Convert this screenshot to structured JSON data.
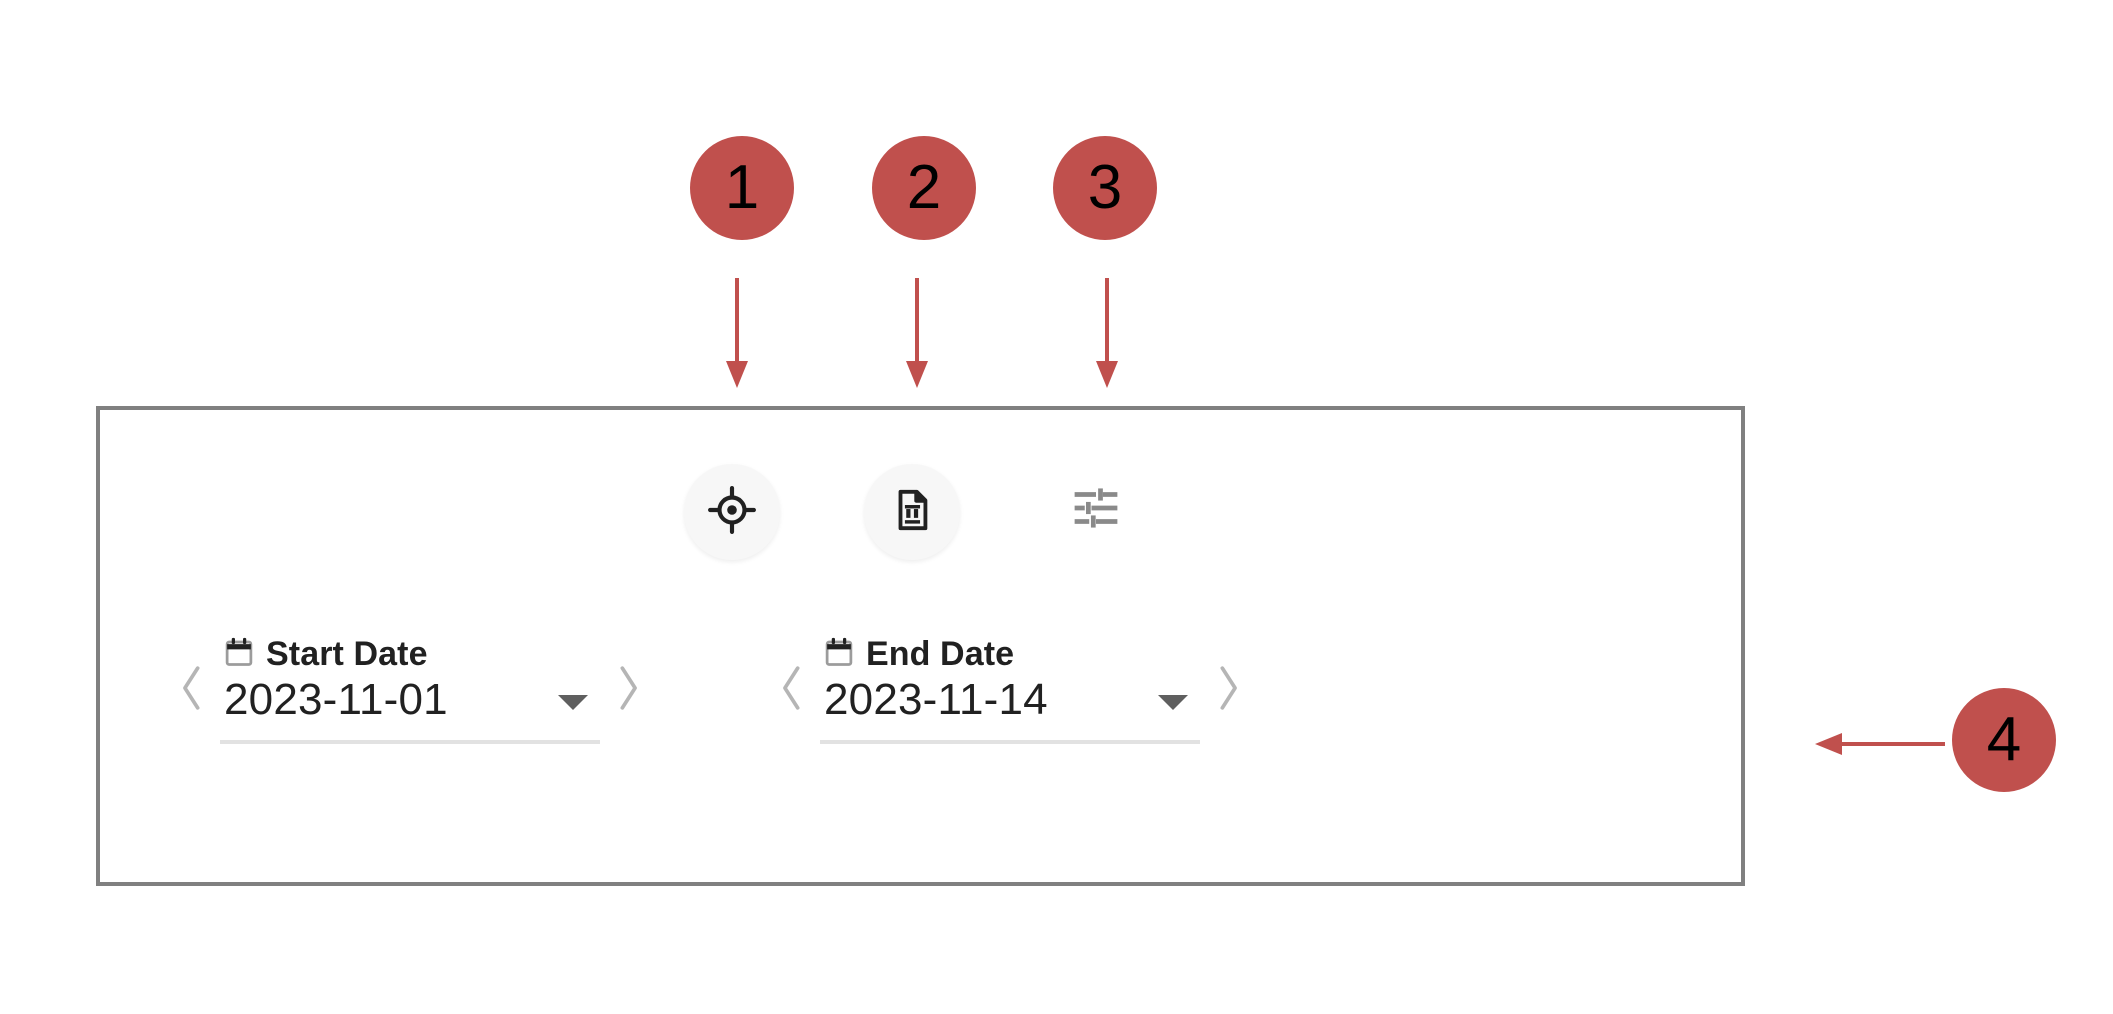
{
  "annotations": {
    "marker_color": "#c0504d",
    "arrow_color": "#c0504d",
    "markers": [
      {
        "id": "1",
        "label": "1",
        "points_to": "locate-button"
      },
      {
        "id": "2",
        "label": "2",
        "points_to": "report-button"
      },
      {
        "id": "3",
        "label": "3",
        "points_to": "tune-button"
      },
      {
        "id": "4",
        "label": "4",
        "points_to": "toolbar-panel"
      }
    ]
  },
  "panel": {
    "border_color": "#808080",
    "background": "#ffffff",
    "toolbar": {
      "buttons": [
        {
          "name": "locate-icon",
          "icon": "crosshair-target-icon",
          "has_circle_background": true,
          "color": "#212121"
        },
        {
          "name": "report-icon",
          "icon": "document-chart-icon",
          "has_circle_background": true,
          "color": "#212121"
        },
        {
          "name": "tune-icon",
          "icon": "sliders-tune-icon",
          "has_circle_background": false,
          "color": "#8a8a8a"
        }
      ]
    },
    "date_fields": [
      {
        "name": "start-date",
        "label": "Start Date",
        "value": "2023-11-01",
        "icon": "calendar-icon",
        "prev_icon": "chevron-left-icon",
        "next_icon": "chevron-right-icon",
        "dropdown_icon": "caret-down-icon"
      },
      {
        "name": "end-date",
        "label": "End Date",
        "value": "2023-11-14",
        "icon": "calendar-icon",
        "prev_icon": "chevron-left-icon",
        "next_icon": "chevron-right-icon",
        "dropdown_icon": "caret-down-icon"
      }
    ]
  },
  "colors": {
    "accent_red": "#c0504d",
    "panel_border": "#808080",
    "text_primary": "#212121",
    "chevron_gray": "#b5b5b5",
    "underline_gray": "#e2e2e2",
    "icon_button_bg": "#f7f7f7",
    "caret_gray": "#5f5f5f",
    "tune_icon_gray": "#8a8a8a"
  }
}
